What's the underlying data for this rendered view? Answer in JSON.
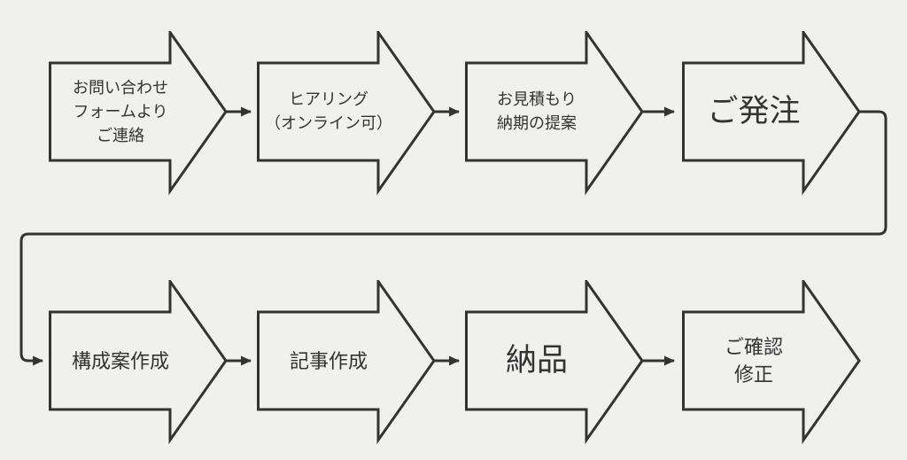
{
  "colors": {
    "background": "#f0f0ef",
    "shape_fill": "#f0f0ef",
    "stroke": "#333333",
    "text": "#333333"
  },
  "flow": {
    "rows": 2,
    "steps": [
      {
        "id": 1,
        "row": 1,
        "emphasis": false,
        "lines": [
          "お問い合わせ",
          "フォームより",
          "ご連絡"
        ]
      },
      {
        "id": 2,
        "row": 1,
        "emphasis": false,
        "lines": [
          "ヒアリング",
          "（オンライン可）"
        ]
      },
      {
        "id": 3,
        "row": 1,
        "emphasis": false,
        "lines": [
          "お見積もり",
          "納期の提案"
        ]
      },
      {
        "id": 4,
        "row": 1,
        "emphasis": true,
        "lines": [
          "ご発注"
        ]
      },
      {
        "id": 5,
        "row": 2,
        "emphasis": false,
        "lines": [
          "構成案作成"
        ]
      },
      {
        "id": 6,
        "row": 2,
        "emphasis": false,
        "lines": [
          "記事作成"
        ]
      },
      {
        "id": 7,
        "row": 2,
        "emphasis": true,
        "lines": [
          "納品"
        ]
      },
      {
        "id": 8,
        "row": 2,
        "emphasis": false,
        "lines": [
          "ご確認",
          "修正"
        ]
      }
    ]
  }
}
